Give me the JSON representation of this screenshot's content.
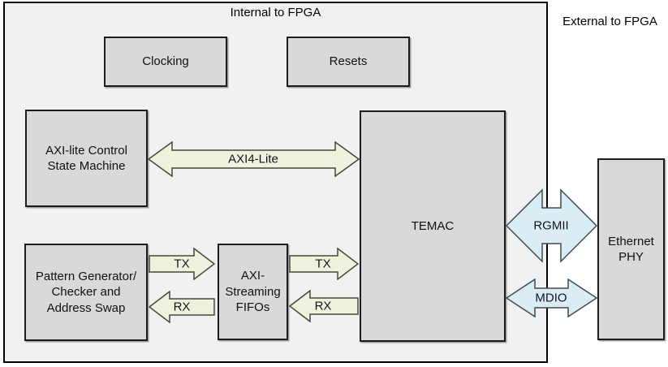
{
  "titles": {
    "internal": "Internal to FPGA",
    "external": "External to FPGA"
  },
  "blocks": {
    "clocking": {
      "label": "Clocking"
    },
    "resets": {
      "label": "Resets"
    },
    "axi_lite_sm": {
      "label": "AXI-lite Control\nState Machine"
    },
    "temac": {
      "label": "TEMAC"
    },
    "pattern_gen": {
      "label": "Pattern Generator/\nChecker and\nAddress Swap"
    },
    "axis_fifos": {
      "label": "AXI-\nStreaming\nFIFOs"
    },
    "ethernet_phy": {
      "label": "Ethernet\nPHY"
    }
  },
  "connections": {
    "axi4_lite": {
      "label": "AXI4-Lite",
      "direction": "bidirectional",
      "from": "axi_lite_sm",
      "to": "temac"
    },
    "tx_pattern_to_fifo": {
      "label": "TX",
      "direction": "right",
      "from": "pattern_gen",
      "to": "axis_fifos"
    },
    "rx_fifo_to_pattern": {
      "label": "RX",
      "direction": "left",
      "from": "axis_fifos",
      "to": "pattern_gen"
    },
    "tx_fifo_to_temac": {
      "label": "TX",
      "direction": "right",
      "from": "axis_fifos",
      "to": "temac"
    },
    "rx_temac_to_fifo": {
      "label": "RX",
      "direction": "left",
      "from": "temac",
      "to": "axis_fifos"
    },
    "rgmii": {
      "label": "RGMII",
      "direction": "bidirectional",
      "from": "temac",
      "to": "ethernet_phy"
    },
    "mdio": {
      "label": "MDIO",
      "direction": "bidirectional",
      "from": "temac",
      "to": "ethernet_phy"
    }
  },
  "colors": {
    "page_bg": "#ffffff",
    "fpga_fill": "#f1f1f1",
    "fpga_border": "#000000",
    "block_fill": "#d9d9d9",
    "block_border": "#1c1c1c",
    "bus_green_fill": "#eef2dc",
    "bus_green_border": "#45483c",
    "bus_blue_fill": "#daedf4",
    "bus_blue_border": "#3f4a52"
  }
}
